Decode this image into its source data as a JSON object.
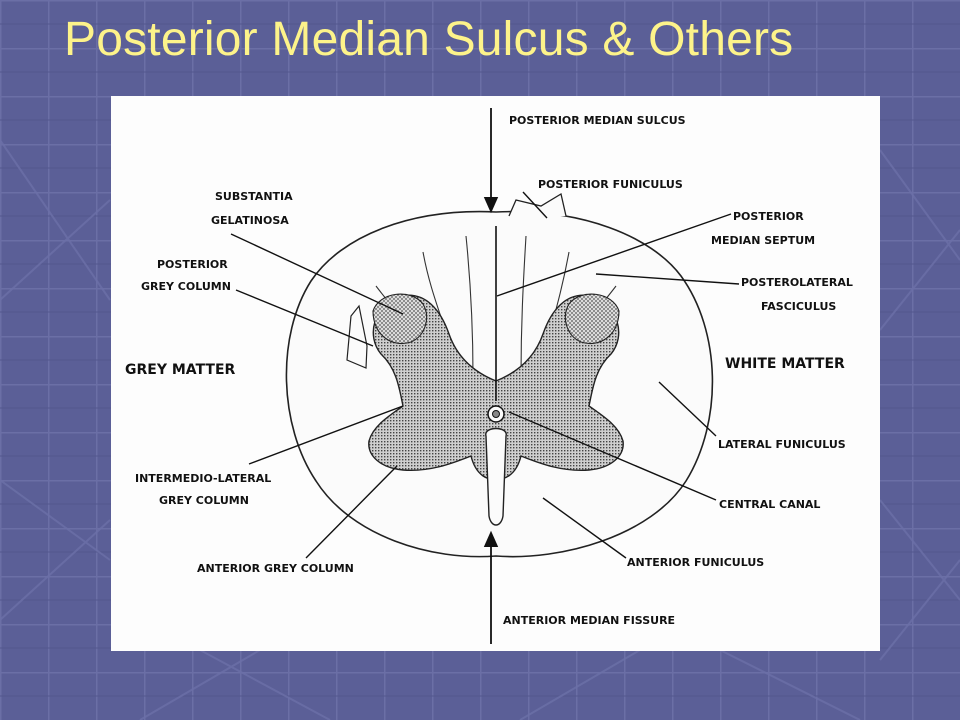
{
  "slide": {
    "title": "Posterior Median Sulcus & Others"
  },
  "theme": {
    "background": "#5b5f97",
    "title_color": "#fdf38a",
    "figure_background": "#fdfdfd",
    "grey_matter_fill": "#b8b8b8"
  },
  "diagram": {
    "labels": {
      "posterior_median_sulcus": "POSTERIOR MEDIAN SULCUS",
      "posterior_funiculus": "POSTERIOR FUNICULUS",
      "posterior_median_septum_1": "POSTERIOR",
      "posterior_median_septum_2": "MEDIAN SEPTUM",
      "posterolateral_fasciculus_1": "POSTEROLATERAL",
      "posterolateral_fasciculus_2": "FASCICULUS",
      "white_matter": "WHITE MATTER",
      "lateral_funiculus": "LATERAL FUNICULUS",
      "central_canal": "CENTRAL CANAL",
      "anterior_funiculus": "ANTERIOR FUNICULUS",
      "anterior_median_fissure": "ANTERIOR MEDIAN FISSURE",
      "substantia_gelatinosa_1": "SUBSTANTIA",
      "substantia_gelatinosa_2": "GELATINOSA",
      "posterior_grey_column_1": "POSTERIOR",
      "posterior_grey_column_2": "GREY COLUMN",
      "grey_matter": "GREY MATTER",
      "intermediolateral_1": "INTERMEDIO-LATERAL",
      "intermediolateral_2": "GREY COLUMN",
      "anterior_grey_column": "ANTERIOR GREY COLUMN"
    }
  }
}
